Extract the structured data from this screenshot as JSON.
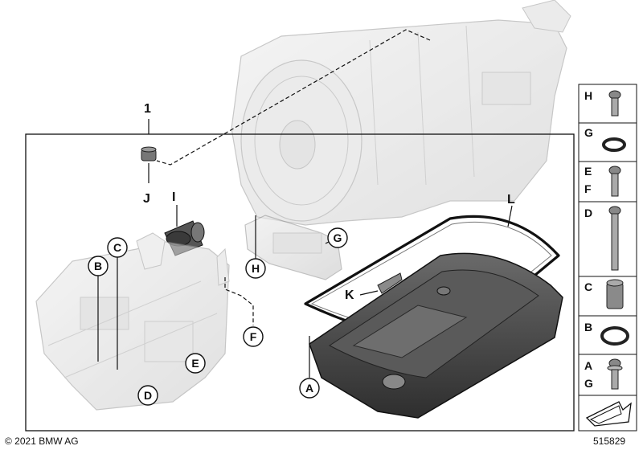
{
  "main_label": "1",
  "callouts": {
    "A": "A",
    "B": "B",
    "C": "C",
    "D": "D",
    "E": "E",
    "F": "F",
    "G": "G",
    "H": "H",
    "I": "I",
    "J": "J",
    "K": "K",
    "L": "L"
  },
  "legend": [
    {
      "letters": [
        "H"
      ],
      "icon": "bolt-short-icon"
    },
    {
      "letters": [
        "G"
      ],
      "icon": "o-ring-small-icon"
    },
    {
      "letters": [
        "E",
        "F"
      ],
      "icon": "bolt-medium-icon"
    },
    {
      "letters": [
        "D"
      ],
      "icon": "bolt-long-icon"
    },
    {
      "letters": [
        "C"
      ],
      "icon": "sleeve-connector-icon"
    },
    {
      "letters": [
        "B"
      ],
      "icon": "o-ring-large-icon"
    },
    {
      "letters": [
        "A",
        "G"
      ],
      "icon": "bolt-with-washer-icon"
    }
  ],
  "copyright": "© 2021 BMW AG",
  "diagram_number": "515829",
  "colors": {
    "outline": "#1a1a1a",
    "part_gray": "#d8d8d8",
    "pan_dark": "#444444"
  }
}
